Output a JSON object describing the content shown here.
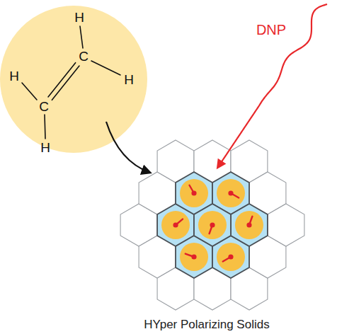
{
  "diagram": {
    "caption": "HYper Polarizing Solids",
    "labels": [
      "H",
      "C",
      "H",
      "H",
      "C",
      "H",
      "DNP"
    ]
  }
}
